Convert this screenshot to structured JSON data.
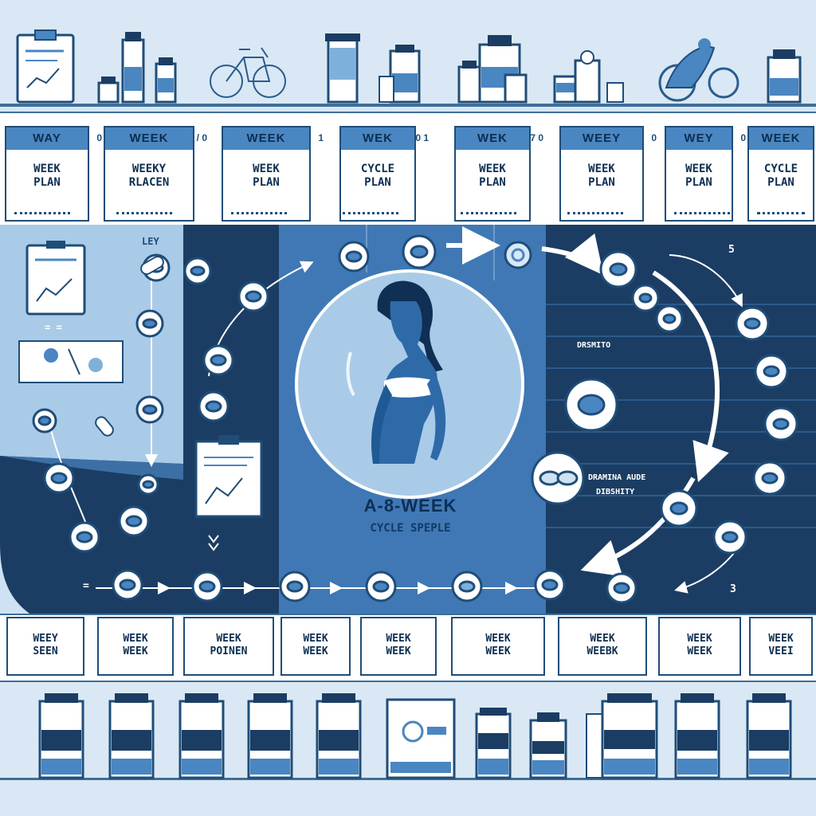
{
  "header_cards": [
    {
      "cap": "WAY",
      "text": "WEEK\nPLAN",
      "num": "0"
    },
    {
      "cap": "WEEK",
      "text": "WEEKY\nRLACEN",
      "num": "/ 0"
    },
    {
      "cap": "WEEK",
      "text": "WEEK\nPLAN",
      "num": "1"
    },
    {
      "cap": "WEK",
      "text": "CYCLE\nPLAN",
      "num": "0 1"
    },
    {
      "cap": "WEK",
      "text": "WEEK\nPLAN",
      "num": "7 0"
    },
    {
      "cap": "WEEY",
      "text": "WEEK\nPLAN",
      "num": "0"
    },
    {
      "cap": "WEY",
      "text": "WEEK\nPLAN",
      "num": "0"
    },
    {
      "cap": "WEEK",
      "text": "CYCLE\nPLAN",
      "num": ""
    }
  ],
  "bottom_cells": [
    "WEEY\nSEEN",
    "WEEK\nWEEK",
    "WEEK\nPOINEN",
    "WEEK\nWEEK",
    "WEEK\nWEEK",
    "WEEK\nWEEK",
    "WEEK\nWEEBK",
    "WEEK\nWEEK",
    "WEEK\nVEEI"
  ],
  "title": "A-8-WEEK",
  "subtitle": "CYCLE SPEPLE",
  "labels": {
    "key": "LEY",
    "dosage": "DRSMITO",
    "middle_line1": "DRAMINA AUDE",
    "middle_line2": "DIBSHITY",
    "number_5": "5",
    "number_3": "3",
    "small_bars": "= =",
    "left_note": "="
  },
  "colors": {
    "navy": "#1b3d63",
    "mid_blue": "#3f78b5",
    "light_blue": "#a9cbe8",
    "header_blue": "#4a86c2",
    "background": "#d6e6f3"
  }
}
